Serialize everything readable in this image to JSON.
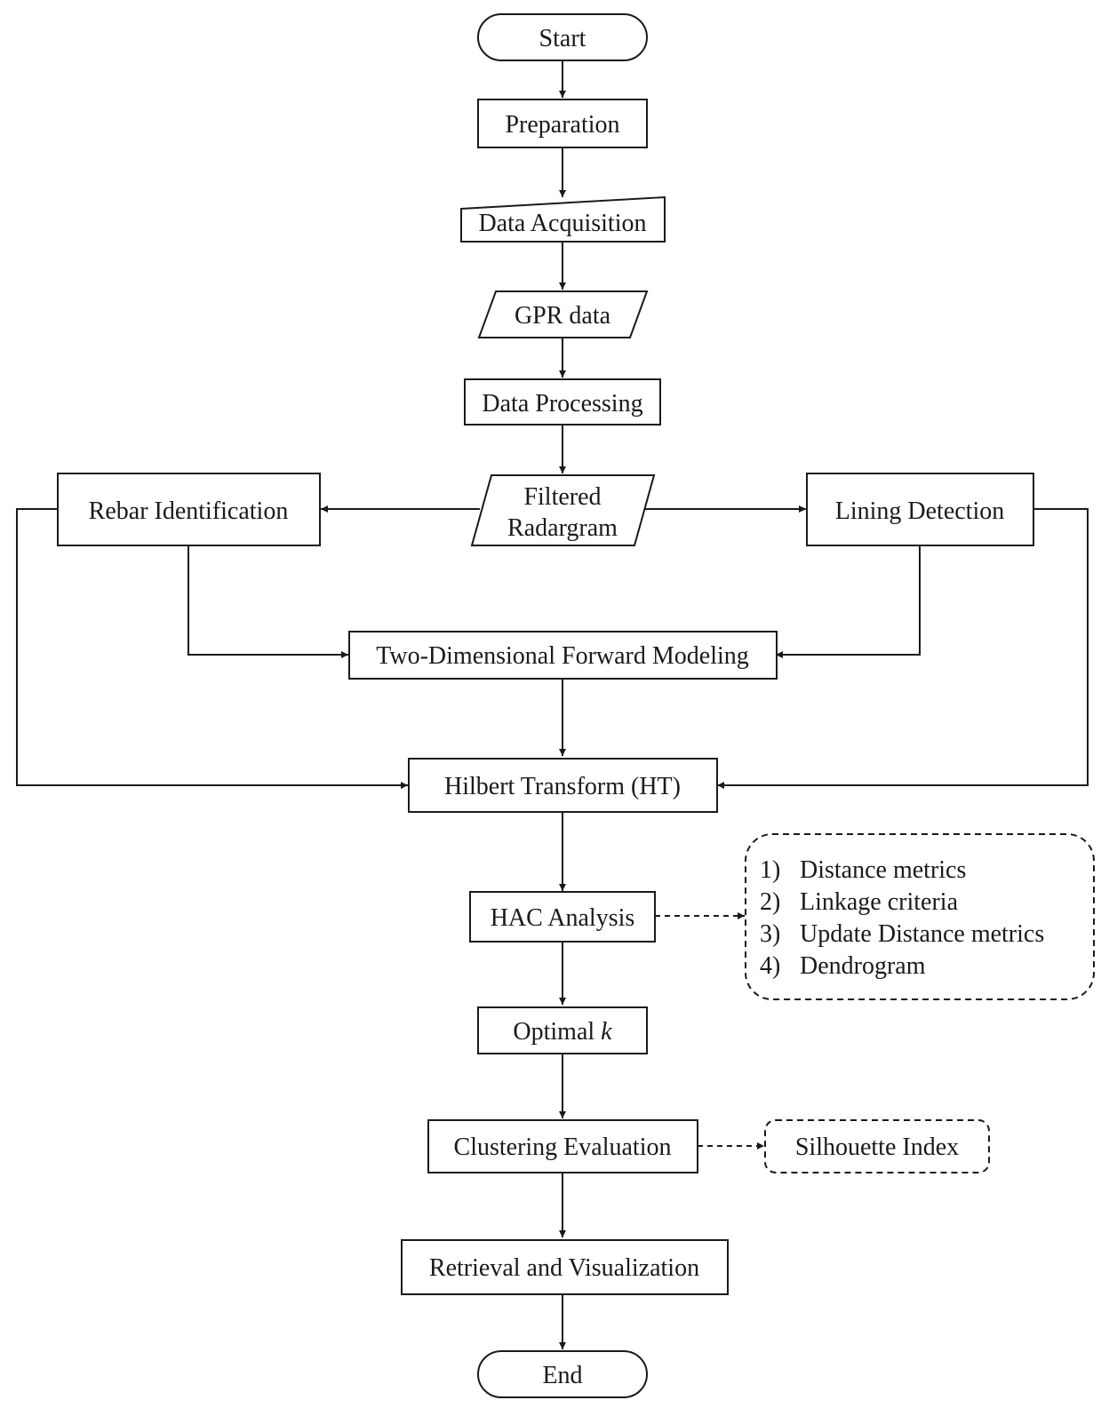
{
  "nodes": {
    "start": "Start",
    "preparation": "Preparation",
    "data_acquisition": "Data Acquisition",
    "gpr_data": "GPR data",
    "data_processing": "Data Processing",
    "filtered_radargram_line1": "Filtered",
    "filtered_radargram_line2": "Radargram",
    "rebar_identification": "Rebar Identification",
    "lining_detection": "Lining Detection",
    "forward_modeling": "Two-Dimensional Forward Modeling",
    "hilbert_transform": "Hilbert Transform (HT)",
    "hac_analysis": "HAC Analysis",
    "optimal_k_prefix": "Optimal ",
    "optimal_k_var": "k",
    "clustering_evaluation": "Clustering Evaluation",
    "retrieval_visualization": "Retrieval and Visualization",
    "end": "End"
  },
  "hac_steps": [
    {
      "num": "1)",
      "text": "Distance metrics"
    },
    {
      "num": "2)",
      "text": "Linkage criteria"
    },
    {
      "num": "3)",
      "text": "Update Distance metrics"
    },
    {
      "num": "4)",
      "text": "Dendrogram"
    }
  ],
  "silhouette": "Silhouette Index"
}
